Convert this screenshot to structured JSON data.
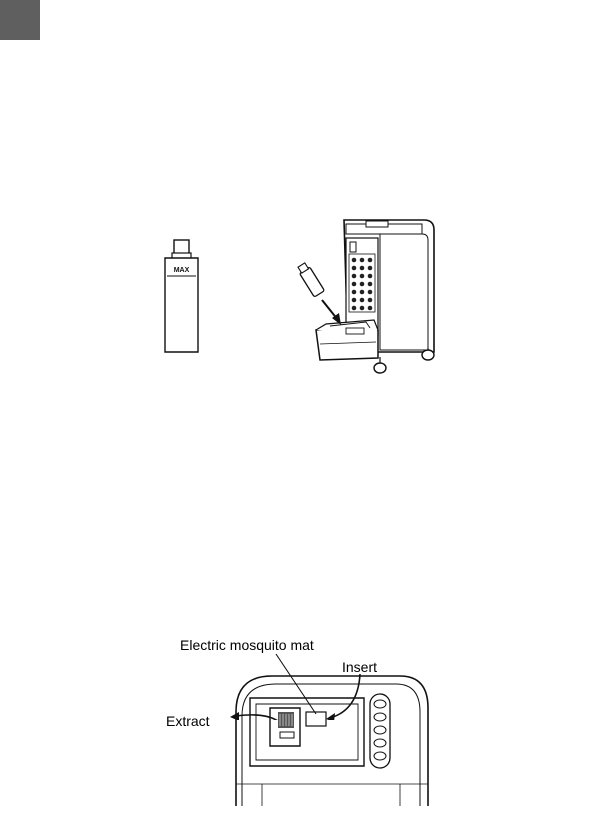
{
  "page": {
    "corner_tab_color": "#5f5f5f"
  },
  "figure_bottle": {
    "max_mark": "MAX"
  },
  "figure_mosquito": {
    "label_mat": "Electric mosquito mat",
    "label_insert": "Insert",
    "label_extract": "Extract"
  }
}
